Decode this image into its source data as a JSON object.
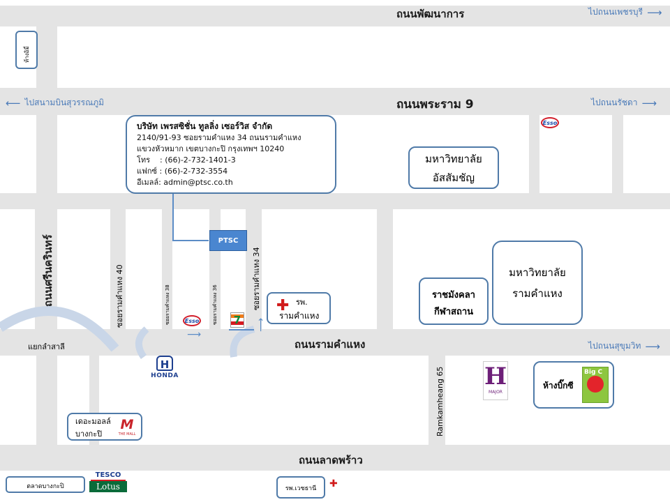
{
  "roads": {
    "phatthanakan": "ถนนพัฒนาการ",
    "rama9": "ถนนพระราม 9",
    "ramkhamhaeng": "ถนนรามคำแหง",
    "latphrao": "ถนนลาดพร้าว",
    "srinakarin": "ถนนศรีนครินทร์",
    "soi40": "ซอยรามคำแหง 40",
    "soi38": "ซอยรามคำแหง 38",
    "soi36": "ซอยรามคำแหง 36",
    "soi34": "ซอยรามคำแหง 34",
    "soi65": "Ramkamheang 65",
    "junction": "แยกลำสาลี"
  },
  "directions": {
    "phetchaburi": "ไปถนนเพชรบุรี",
    "suvarnabhumi": "ไปสนามบินสุวรรณภูมิ",
    "ratchada": "ไปถนนรัชดา",
    "sukhumvit": "ไปถนนสุขุมวิท"
  },
  "company": {
    "name": "บริษัท เพรสซิชั่น ทูลลิ่ง เซอร์วิส จำกัด",
    "address1": "2140/91-93 ซอยรามคำแหง 34 ถนนรามคำแหง",
    "address2": "แขวงหัวหมาก เขตบางกะปิ กรุงเทพฯ 10240",
    "phone": "โทร    : (66)-2-732-1401-3",
    "fax": "แฟกซ์ : (66)-2-732-3554",
    "email": "อีเมลล์: admin@ptsc.co.th",
    "marker": "PTSC"
  },
  "landmarks": {
    "abac_line1": "มหาวิทยาลัย",
    "abac_line2": "อัสสัมชัญ",
    "ru_line1": "มหาวิทยาลัย",
    "ru_line2": "รามคำแหง",
    "rajamangala_line1": "ราชมังคลา",
    "rajamangala_line2": "กีฬาสถาน",
    "hospital_line1": "รพ.",
    "hospital_line2": "รามคำแหง",
    "mall_line1": "เดอะมอลล์",
    "mall_line2": "บางกะปิ",
    "bigc": "ห้างบิ๊กซี",
    "vejthani": "รพ.เวชธานี",
    "bangkapi_market": "ตลาดบางกะปิ",
    "tl_box": "ห้างอิมี่",
    "honda": "HONDA",
    "esso": "Esso",
    "major": "H",
    "major_sub": "MAJOR",
    "tesco": "TESCO",
    "lotus": "Lotus",
    "mall_logo": "THE MALL",
    "bigc_logo": "Big C",
    "seven": "7"
  },
  "colors": {
    "road": "#e4e4e4",
    "block": "#ffffff",
    "border": "#4f7aa8",
    "arrow": "#4a7ab8",
    "ptsc": "#4a86d0"
  }
}
